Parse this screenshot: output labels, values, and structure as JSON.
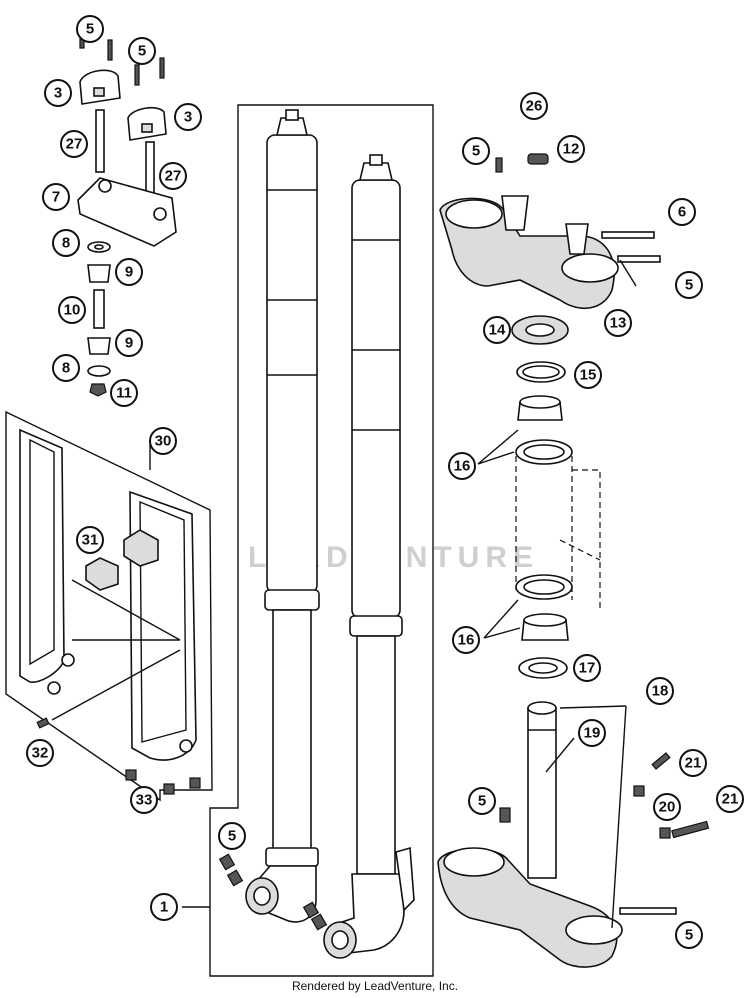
{
  "diagram": {
    "callouts": [
      "1",
      "3",
      "5",
      "6",
      "7",
      "8",
      "9",
      "10",
      "11",
      "12",
      "13",
      "14",
      "15",
      "16",
      "17",
      "18",
      "19",
      "20",
      "21",
      "26",
      "27",
      "30",
      "31",
      "32",
      "33"
    ]
  },
  "watermark": {
    "text": "LEADVENTURE"
  },
  "footer": {
    "credit": "Rendered by LeadVenture, Inc."
  },
  "colors": {
    "ink": "#111111",
    "shade": "#dcdcdc",
    "watermark": "#cfcfcf"
  }
}
